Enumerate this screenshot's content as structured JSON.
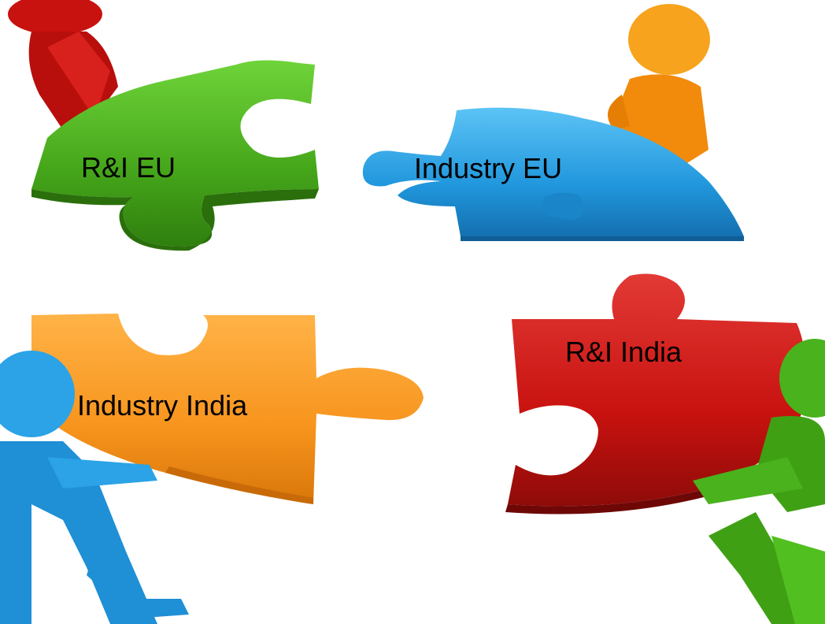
{
  "pieces": [
    {
      "id": "ri-eu",
      "label": "R&I EU",
      "color": "#4ab21c",
      "figure": "red-figure"
    },
    {
      "id": "industry-eu",
      "label": "Industry EU",
      "color": "#2ba3e6",
      "figure": "orange-figure"
    },
    {
      "id": "industry-india",
      "label": "Industry India",
      "color": "#f7941d",
      "figure": "blue-figure"
    },
    {
      "id": "ri-india",
      "label": "R&I India",
      "color": "#c8120f",
      "figure": "green-figure"
    }
  ],
  "colors": {
    "background": "#ffffff",
    "green": "#4ab21c",
    "blue": "#2ba3e6",
    "orange": "#f7941d",
    "red": "#c8120f"
  }
}
